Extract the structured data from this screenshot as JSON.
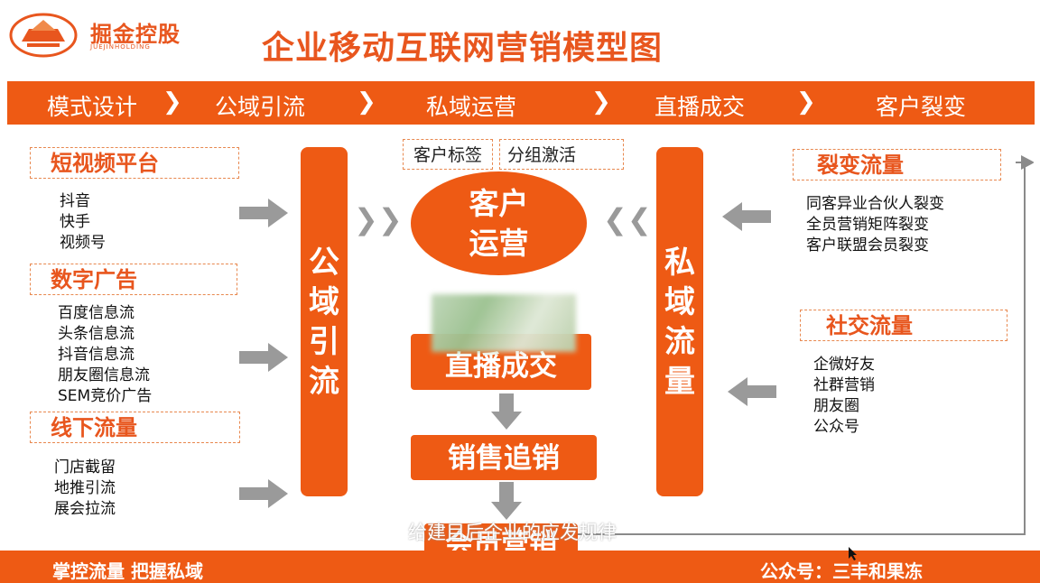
{
  "logo": {
    "name": "掘金控股",
    "sub": "JUEJINHOLDING"
  },
  "title": "企业移动互联网营销模型图",
  "stages": [
    "模式设计",
    "公域引流",
    "私域运营",
    "直播成交",
    "客户裂变"
  ],
  "stage_separator": "❯",
  "left": {
    "short_video": {
      "title": "短视频平台",
      "items": [
        "抖音",
        "快手",
        "视频号"
      ]
    },
    "digital_ads": {
      "title": "数字广告",
      "items": [
        "百度信息流",
        "头条信息流",
        "抖音信息流",
        "朋友圈信息流",
        "SEM竞价广告"
      ]
    },
    "offline": {
      "title": "线下流量",
      "items": [
        "门店截留",
        "地推引流",
        "展会拉流"
      ]
    }
  },
  "public_pillar": [
    "公",
    "域",
    "引",
    "流"
  ],
  "private_pillar": [
    "私",
    "域",
    "流",
    "量"
  ],
  "center": {
    "tags": [
      "客户标签",
      "分组激活"
    ],
    "ops": [
      "客户",
      "运营"
    ],
    "live": "直播成交",
    "sales": "销售追销",
    "member": "会员营销",
    "overlay": "给建目后企业的应发规律"
  },
  "right": {
    "fission": {
      "title": "裂变流量",
      "items": [
        "同客异业合伙人裂变",
        "全员营销矩阵裂变",
        "客户联盟会员裂变"
      ]
    },
    "social": {
      "title": "社交流量",
      "items": [
        "企微好友",
        "社群营销",
        "朋友圈",
        "公众号"
      ]
    }
  },
  "chevrons": {
    "left": "❯❯",
    "right": "❮❮"
  },
  "footer": {
    "left": "掌控流量  把握私域",
    "right": "公众号：三丰和果冻"
  },
  "colors": {
    "accent": "#ee5a14",
    "arrow": "#9a9a9a"
  }
}
